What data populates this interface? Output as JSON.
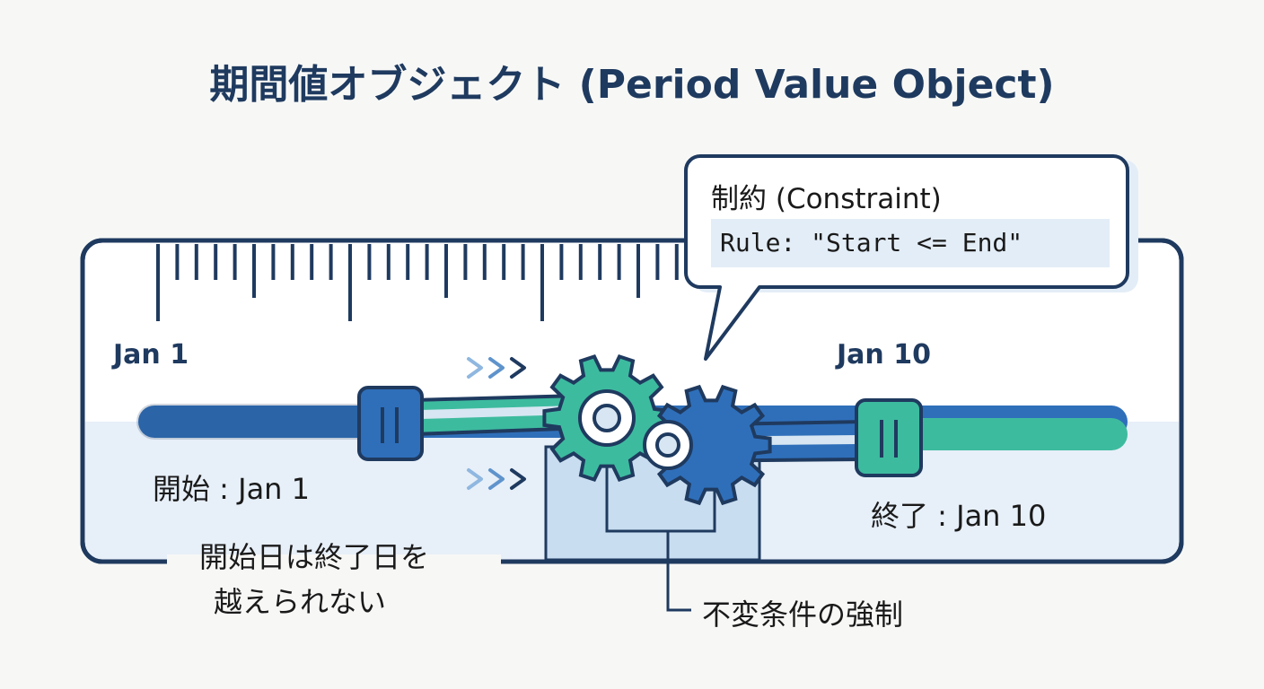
{
  "title": "期間値オブジェクト (Period Value Object)",
  "timeline": {
    "start_tick": "Jan 1",
    "end_tick": "Jan 10"
  },
  "start_label": "開始 : Jan 1",
  "end_label": "終了 : Jan 10",
  "rule_note": {
    "line1": "開始日は終了日を",
    "line2": "越えられない"
  },
  "constraint": {
    "heading": "制約 (Constraint)",
    "rule": "Rule: \"Start <= End\""
  },
  "invariant_label": "不変条件の強制",
  "colors": {
    "navy": "#1f3a5f",
    "blue": "#2f6fba",
    "green": "#3dbb9f",
    "light_blue": "#e3edf7"
  }
}
